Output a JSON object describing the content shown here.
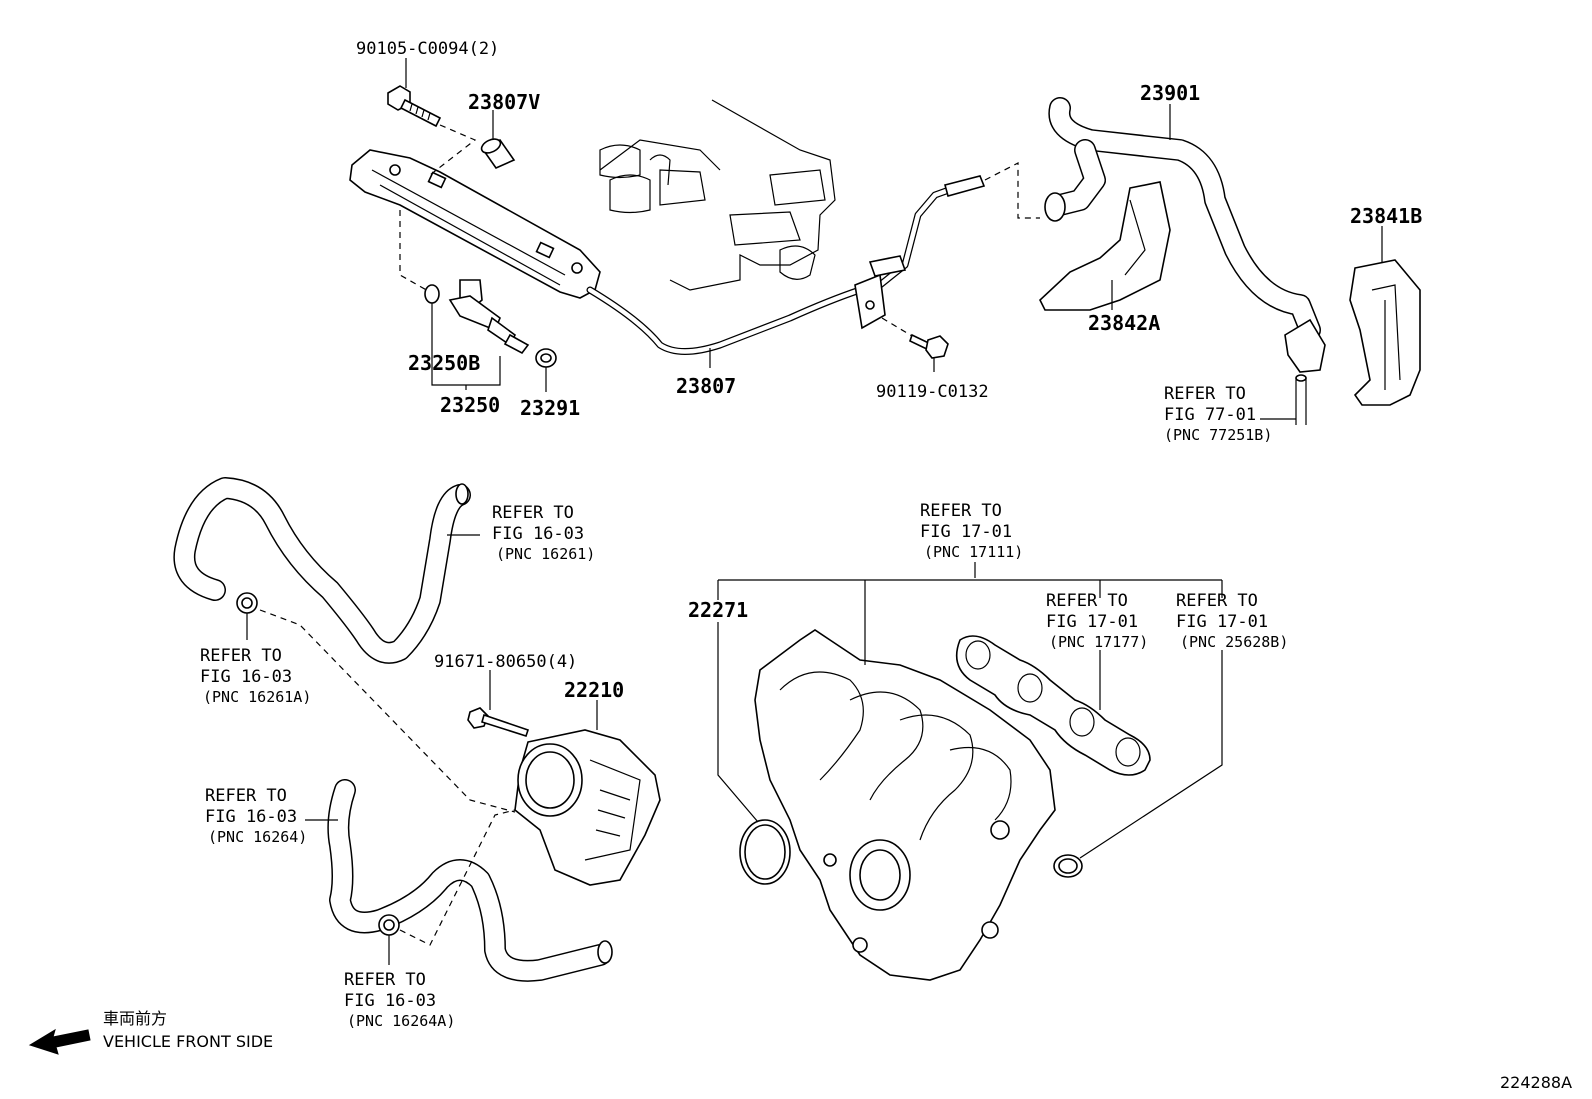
{
  "callouts": {
    "p90105": "90105-C0094(2)",
    "p23807V": "23807V",
    "p23901": "23901",
    "p23841B": "23841B",
    "p23842A": "23842A",
    "p23250B": "23250B",
    "p23250": "23250",
    "p23291": "23291",
    "p23807": "23807",
    "p90119": "90119-C0132",
    "p22271": "22271",
    "p91671": "91671-80650(4)",
    "p22210": "22210"
  },
  "refs": {
    "r7701": [
      "REFER TO",
      "FIG 77-01",
      "(PNC 77251B)"
    ],
    "r16261": [
      "REFER TO",
      "FIG 16-03",
      "(PNC 16261)"
    ],
    "r16261A": [
      "REFER TO",
      "FIG 16-03",
      "(PNC 16261A)"
    ],
    "r17111": [
      "REFER TO",
      "FIG 17-01",
      "(PNC 17111)"
    ],
    "r17177": [
      "REFER TO",
      "FIG 17-01",
      "(PNC 17177)"
    ],
    "r25628B": [
      "REFER TO",
      "FIG 17-01",
      "(PNC 25628B)"
    ],
    "r16264": [
      "REFER TO",
      "FIG 16-03",
      "(PNC 16264)"
    ],
    "r16264A": [
      "REFER TO",
      "FIG 16-03",
      "(PNC 16264A)"
    ]
  },
  "direction": {
    "jp": "車両前方",
    "en": "VEHICLE FRONT SIDE",
    "icon": "left-arrow-icon"
  },
  "figure_id": "224288A"
}
